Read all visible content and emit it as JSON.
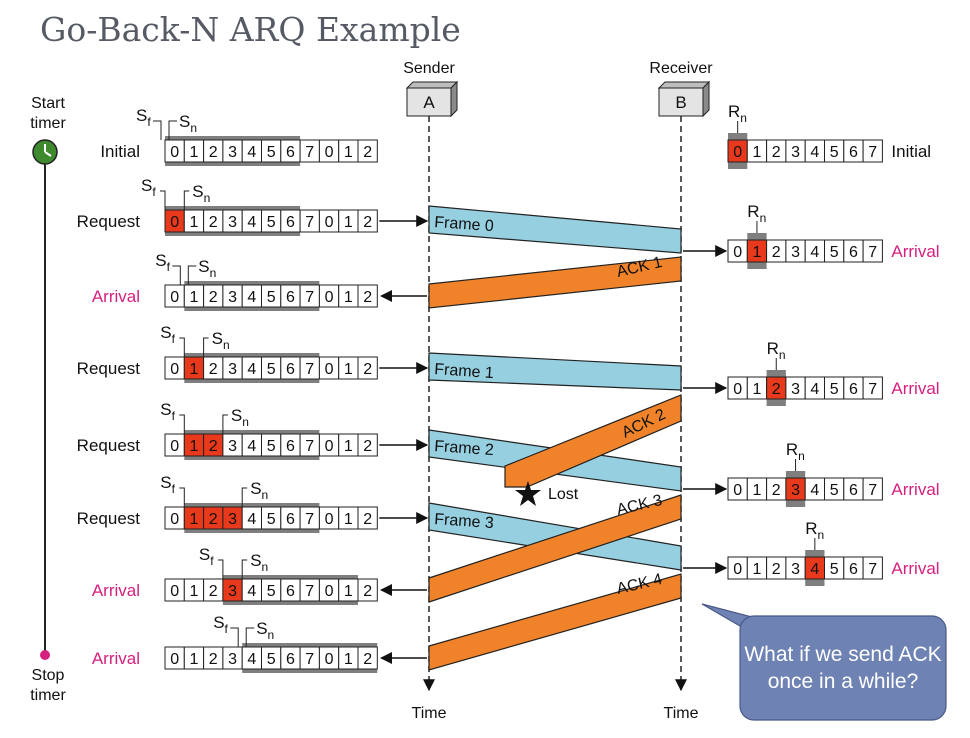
{
  "title": "Go-Back-N ARQ Example",
  "entities": {
    "sender_label": "Sender",
    "sender_box": "A",
    "receiver_label": "Receiver",
    "receiver_box": "B",
    "time_label": "Time"
  },
  "timer": {
    "start": [
      "Start",
      "timer"
    ],
    "stop": [
      "Stop",
      "timer"
    ]
  },
  "colors": {
    "highlight": "#e8391c",
    "frame": "#96cfe0",
    "ack": "#f0832a",
    "window": "#7f7f7f",
    "arrival": "#d6207e",
    "callout": "#6e82b4"
  },
  "sender_sequence": [
    "0",
    "1",
    "2",
    "3",
    "4",
    "5",
    "6",
    "7",
    "0",
    "1",
    "2"
  ],
  "receiver_sequence": [
    "0",
    "1",
    "2",
    "3",
    "4",
    "5",
    "6",
    "7"
  ],
  "sender_rows": [
    {
      "event": "Initial",
      "highlight": [],
      "window_start": 0,
      "sf_index": 0,
      "sn_index": 0
    },
    {
      "event": "Request",
      "highlight": [
        0
      ],
      "window_start": 0,
      "sf_index": 0,
      "sn_index": 1
    },
    {
      "event": "Arrival",
      "highlight": [],
      "window_start": 1,
      "sf_index": 1,
      "sn_index": 1
    },
    {
      "event": "Request",
      "highlight": [
        1
      ],
      "window_start": 1,
      "sf_index": 1,
      "sn_index": 2
    },
    {
      "event": "Request",
      "highlight": [
        1,
        2
      ],
      "window_start": 1,
      "sf_index": 1,
      "sn_index": 3
    },
    {
      "event": "Request",
      "highlight": [
        1,
        2,
        3
      ],
      "window_start": 1,
      "sf_index": 1,
      "sn_index": 4
    },
    {
      "event": "Arrival",
      "highlight": [
        3
      ],
      "window_start": 3,
      "sf_index": 3,
      "sn_index": 4
    },
    {
      "event": "Arrival",
      "highlight": [],
      "window_start": 4,
      "sf_index": 4,
      "sn_index": 4
    }
  ],
  "receiver_rows": [
    {
      "rn_index": 0,
      "event": "Initial"
    },
    {
      "rn_index": 1,
      "event": "Arrival"
    },
    {
      "rn_index": 2,
      "event": "Arrival"
    },
    {
      "rn_index": 3,
      "event": "Arrival"
    },
    {
      "rn_index": 4,
      "event": "Arrival"
    }
  ],
  "pointer_labels": {
    "sf": "S",
    "sf_sub": "f",
    "sn": "S",
    "sn_sub": "n",
    "rn": "R",
    "rn_sub": "n"
  },
  "messages": [
    {
      "kind": "frame",
      "label": "Frame 0",
      "from_row": 1,
      "to_receiver_row": 1
    },
    {
      "kind": "ack",
      "label": "ACK 1",
      "from_receiver_row": 1,
      "to_row": 2
    },
    {
      "kind": "frame",
      "label": "Frame 1",
      "from_row": 3,
      "to_receiver_row": 2
    },
    {
      "kind": "frame",
      "label": "Frame 2",
      "from_row": 4,
      "to_receiver_row": 3
    },
    {
      "kind": "ack",
      "label": "ACK 2",
      "from_receiver_row": 2,
      "lost": true
    },
    {
      "kind": "frame",
      "label": "Frame 3",
      "from_row": 5,
      "to_receiver_row": 4
    },
    {
      "kind": "ack",
      "label": "ACK 3",
      "from_receiver_row": 3,
      "to_row": 6
    },
    {
      "kind": "ack",
      "label": "ACK 4",
      "from_receiver_row": 4,
      "to_row": 7
    }
  ],
  "lost_label": "Lost",
  "callout": "What if we send ACK once in a while?"
}
